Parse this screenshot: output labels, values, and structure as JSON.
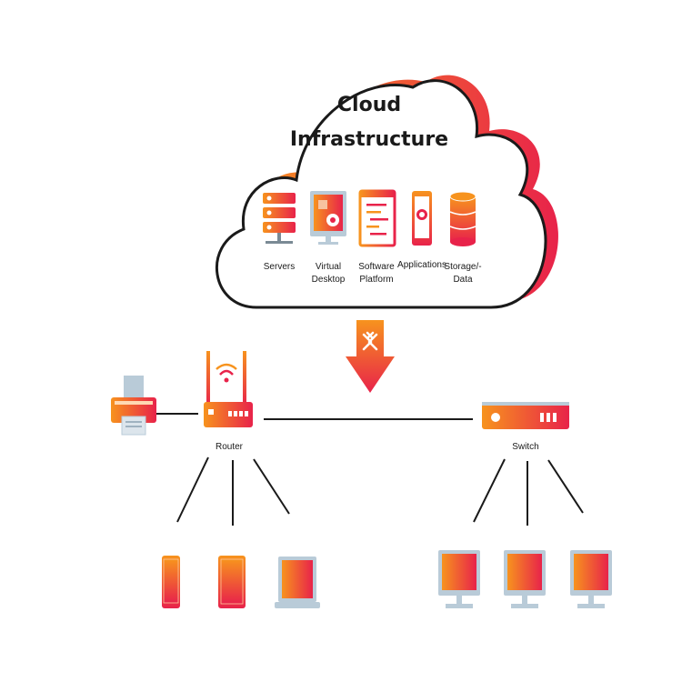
{
  "cloud": {
    "title_line1": "Cloud",
    "title_line2": "Infrastructure",
    "services": [
      {
        "line1": "Servers",
        "line2": "",
        "icon": "server-rack-icon"
      },
      {
        "line1": "Virtual",
        "line2": "Desktop",
        "icon": "monitor-gear-icon"
      },
      {
        "line1": "Software",
        "line2": "Platform",
        "icon": "code-window-icon"
      },
      {
        "line1": "Applications",
        "line2": "",
        "icon": "smartphone-cloud-icon"
      },
      {
        "line1": "Storage/-",
        "line2": "Data",
        "icon": "database-icon"
      }
    ]
  },
  "network": {
    "router_label": "Router",
    "switch_label": "Switch"
  },
  "colors": {
    "accent_start": "#f7931e",
    "accent_end": "#e8234a",
    "outline": "#1a1a1a",
    "screen_frame": "#b9cbd8"
  }
}
